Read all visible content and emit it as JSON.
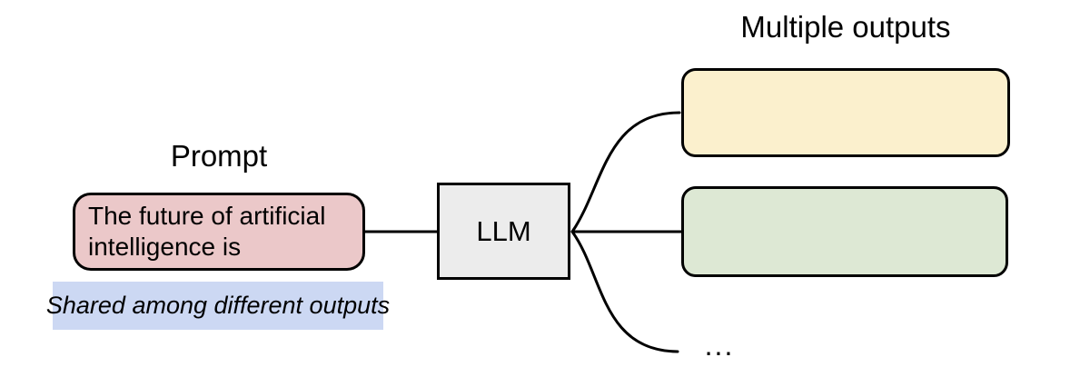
{
  "labels": {
    "prompt": "Prompt",
    "multiple_outputs": "Multiple outputs",
    "ellipsis": "..."
  },
  "prompt": {
    "lines": [
      "The future of artificial",
      "intelligence is"
    ]
  },
  "note": {
    "text": "Shared among different outputs"
  },
  "llm": {
    "label": "LLM"
  },
  "colors": {
    "background": "#ffffff",
    "stroke": "#000000",
    "prompt_fill": "#ebc8c9",
    "note_fill": "#ccd8f3",
    "llm_fill": "#ececec",
    "output1_fill": "#fbf0cd",
    "output2_fill": "#dde8d4"
  }
}
